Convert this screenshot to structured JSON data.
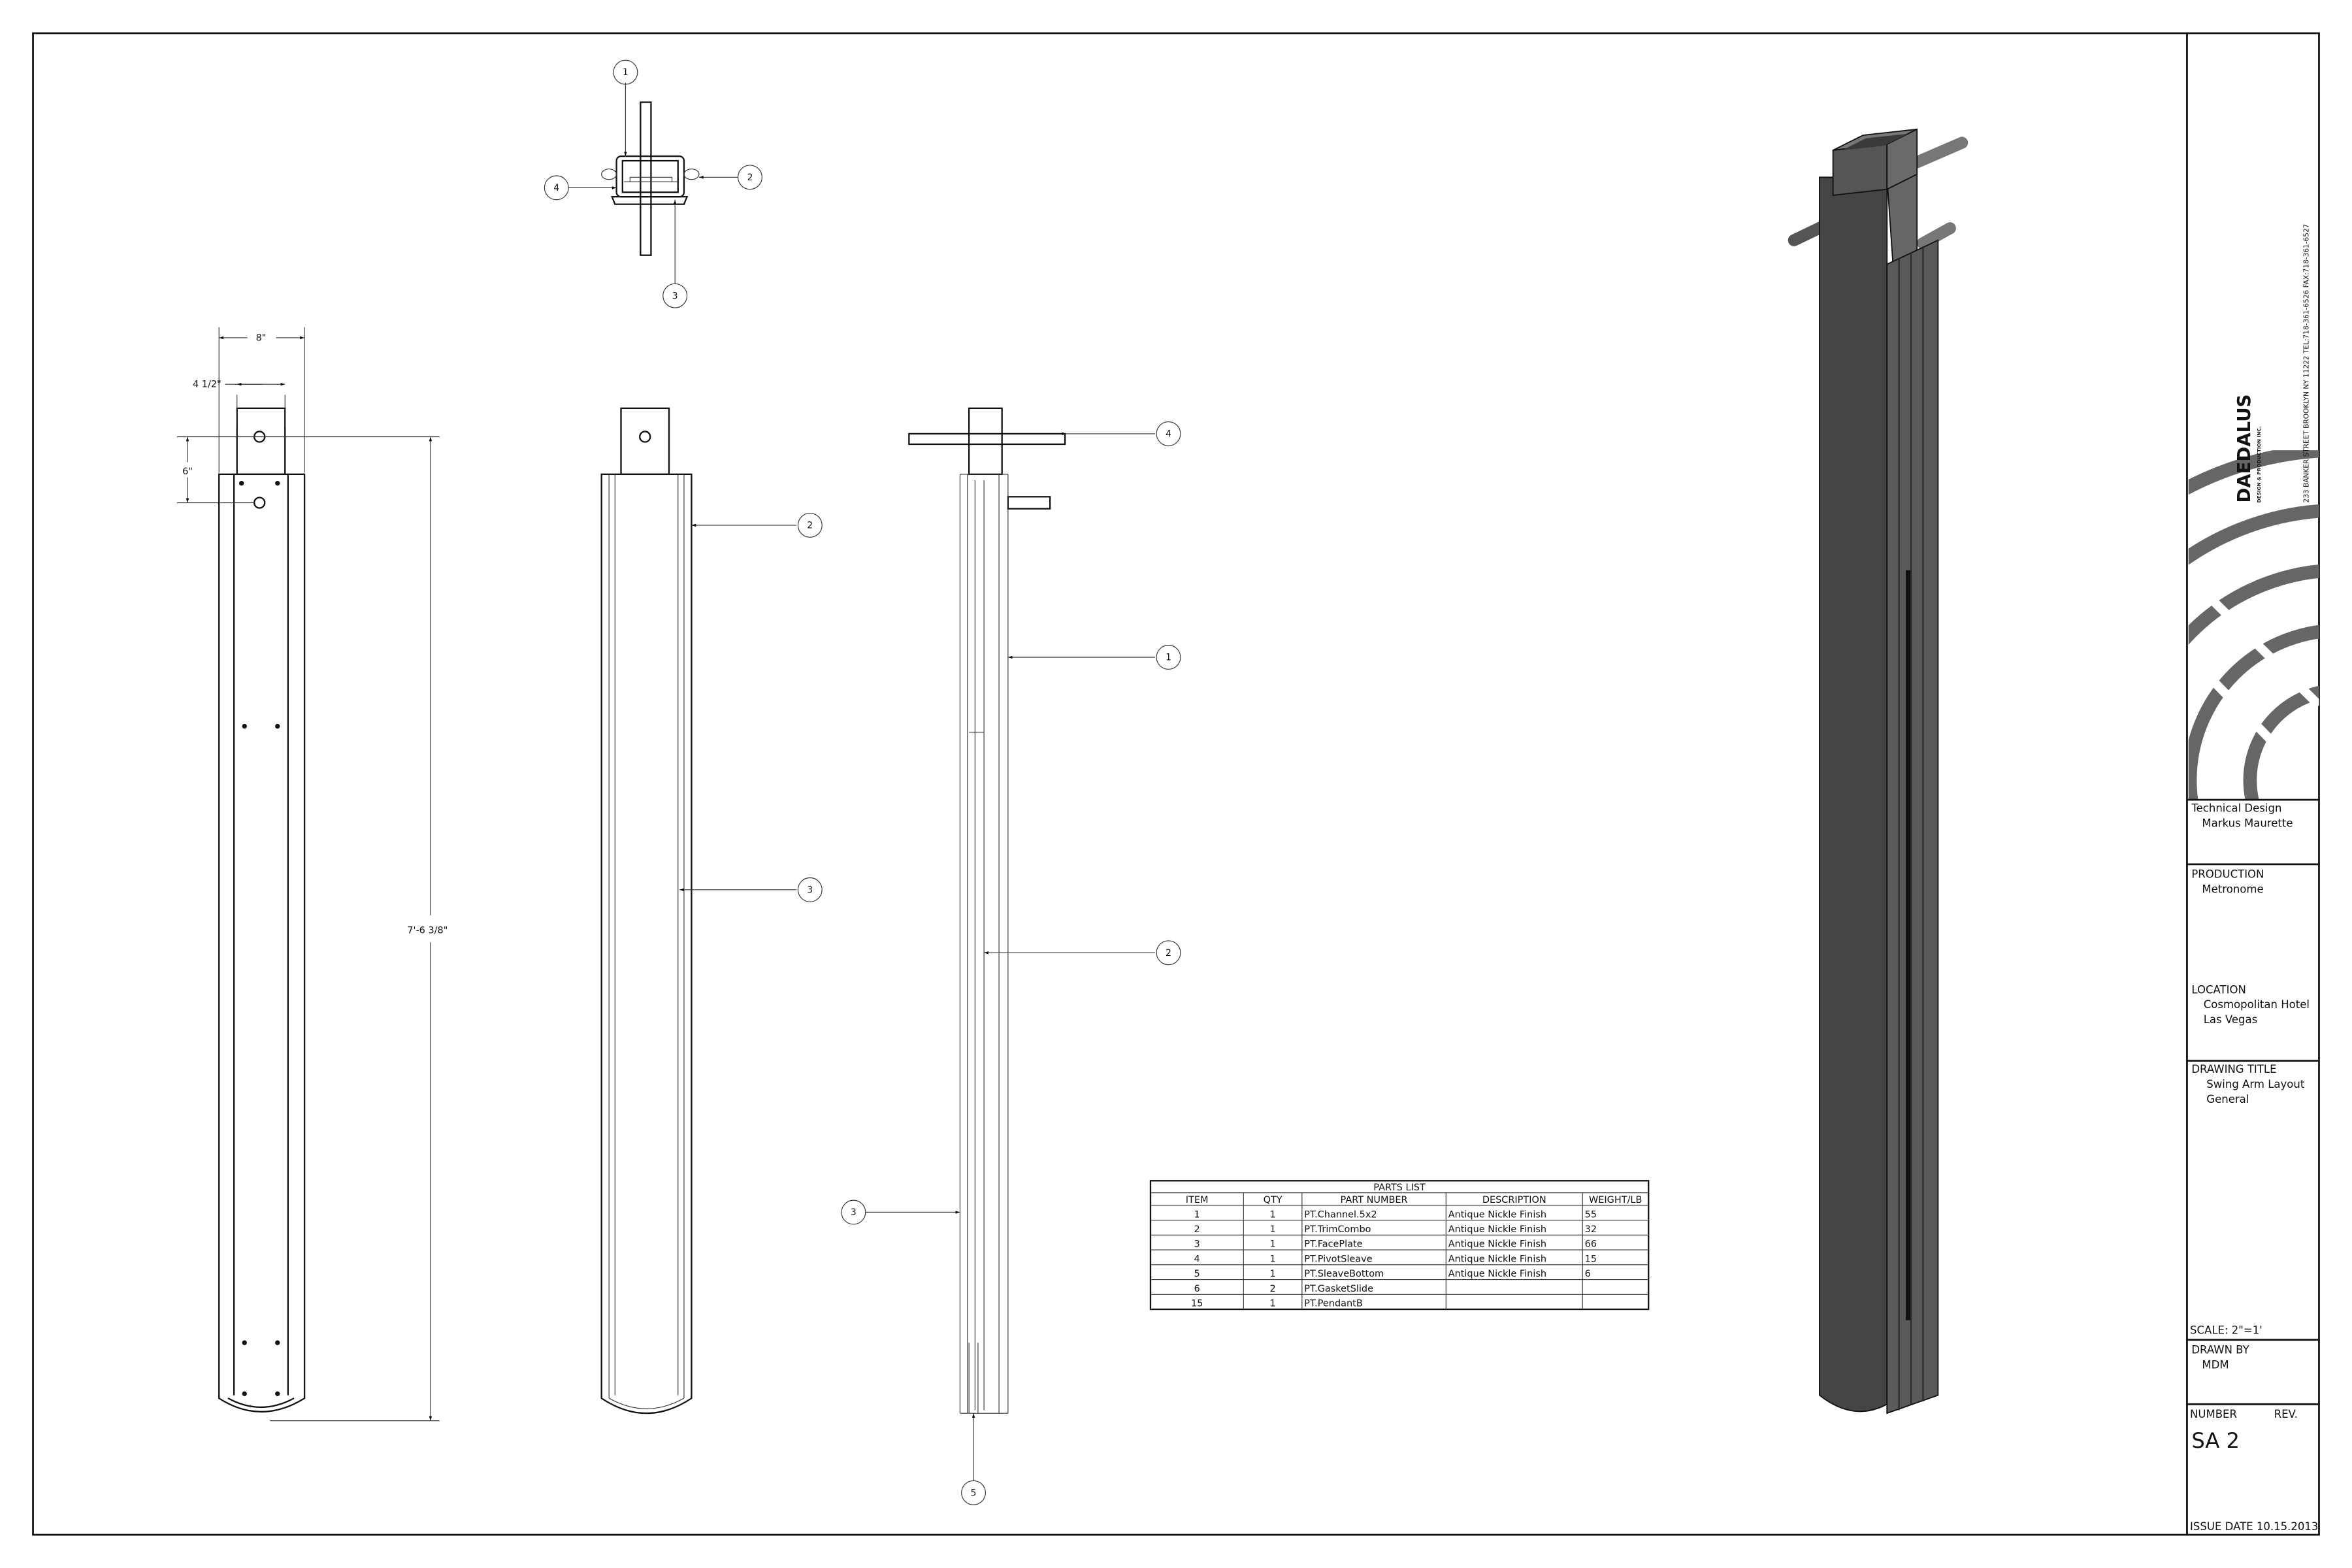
{
  "parts_list": {
    "title": "PARTS LIST",
    "headers": [
      "ITEM",
      "QTY",
      "PART NUMBER",
      "DESCRIPTION",
      "WEIGHT/LB"
    ],
    "rows": [
      [
        "1",
        "1",
        "PT.Channel.5x2",
        "Antique Nickle Finish",
        "55"
      ],
      [
        "2",
        "1",
        "PT.TrimCombo",
        "Antique Nickle Finish",
        "32"
      ],
      [
        "3",
        "1",
        "PT.FacePlate",
        "Antique Nickle Finish",
        "66"
      ],
      [
        "4",
        "1",
        "PT.PivotSleave",
        "Antique Nickle Finish",
        "15"
      ],
      [
        "5",
        "1",
        "PT.SleaveBottom",
        "Antique Nickle Finish",
        "6"
      ],
      [
        "6",
        "2",
        "PT.GasketSlide",
        "",
        ""
      ],
      [
        "15",
        "1",
        "PT.PendantB",
        "",
        ""
      ]
    ]
  },
  "dimensions": {
    "width": "8\"",
    "tab_width": "4 1/2\"",
    "hole_spacing": "6\"",
    "height": "7'-6 3/8\""
  },
  "balloons": {
    "top_view": [
      "1",
      "2",
      "3",
      "4"
    ],
    "front_view": [
      "2",
      "3"
    ],
    "side_view": [
      "4",
      "1",
      "2",
      "3",
      "5"
    ]
  },
  "title_block": {
    "company": "DAEDALUS",
    "company_sub": "DESIGN & PRODUCTION INC.",
    "address": "233 BANKER STREET BROOKLYN NY 11222 TEL:718-361-6526 FAX:718-361-6527",
    "technical_design_label": "Technical Design",
    "technical_design": "Markus Maurette",
    "production_label": "PRODUCTION",
    "production": "Metronome",
    "location_label": "LOCATION",
    "location_line1": "Cosmopolitan Hotel",
    "location_line2": "Las Vegas",
    "drawing_title_label": "DRAWING TITLE",
    "drawing_title_line1": "Swing Arm Layout",
    "drawing_title_line2": "General",
    "scale": "SCALE:  2\"=1'",
    "drawn_by_label": "DRAWN BY",
    "drawn_by": "MDM",
    "number_label": "NUMBER",
    "rev_label": "REV.",
    "number": "SA 2",
    "issue_date": "ISSUE DATE 10.15.2013"
  }
}
